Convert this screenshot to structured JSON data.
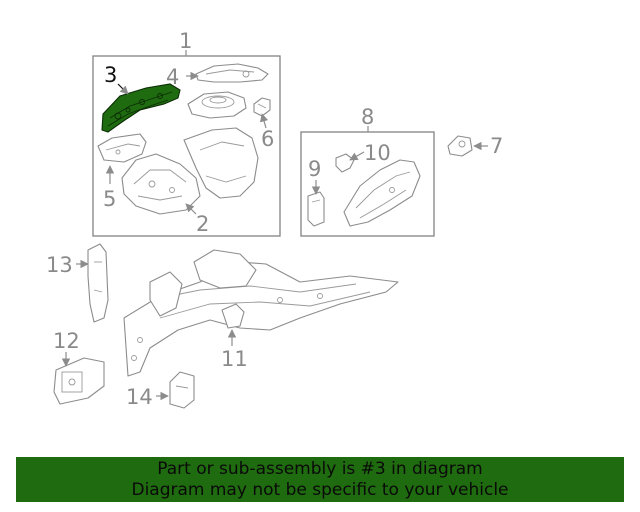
{
  "diagram": {
    "callouts": [
      "1",
      "2",
      "3",
      "4",
      "5",
      "6",
      "7",
      "8",
      "9",
      "10",
      "11",
      "12",
      "13",
      "14"
    ],
    "highlighted_part": "3",
    "highlight_color": "#1f6b0f",
    "line_color": "#8c8c8c"
  },
  "banner": {
    "line1": "Part or sub-assembly is #3 in diagram",
    "line2": "Diagram may not be specific to your vehicle",
    "background": "#1f6b0f"
  }
}
